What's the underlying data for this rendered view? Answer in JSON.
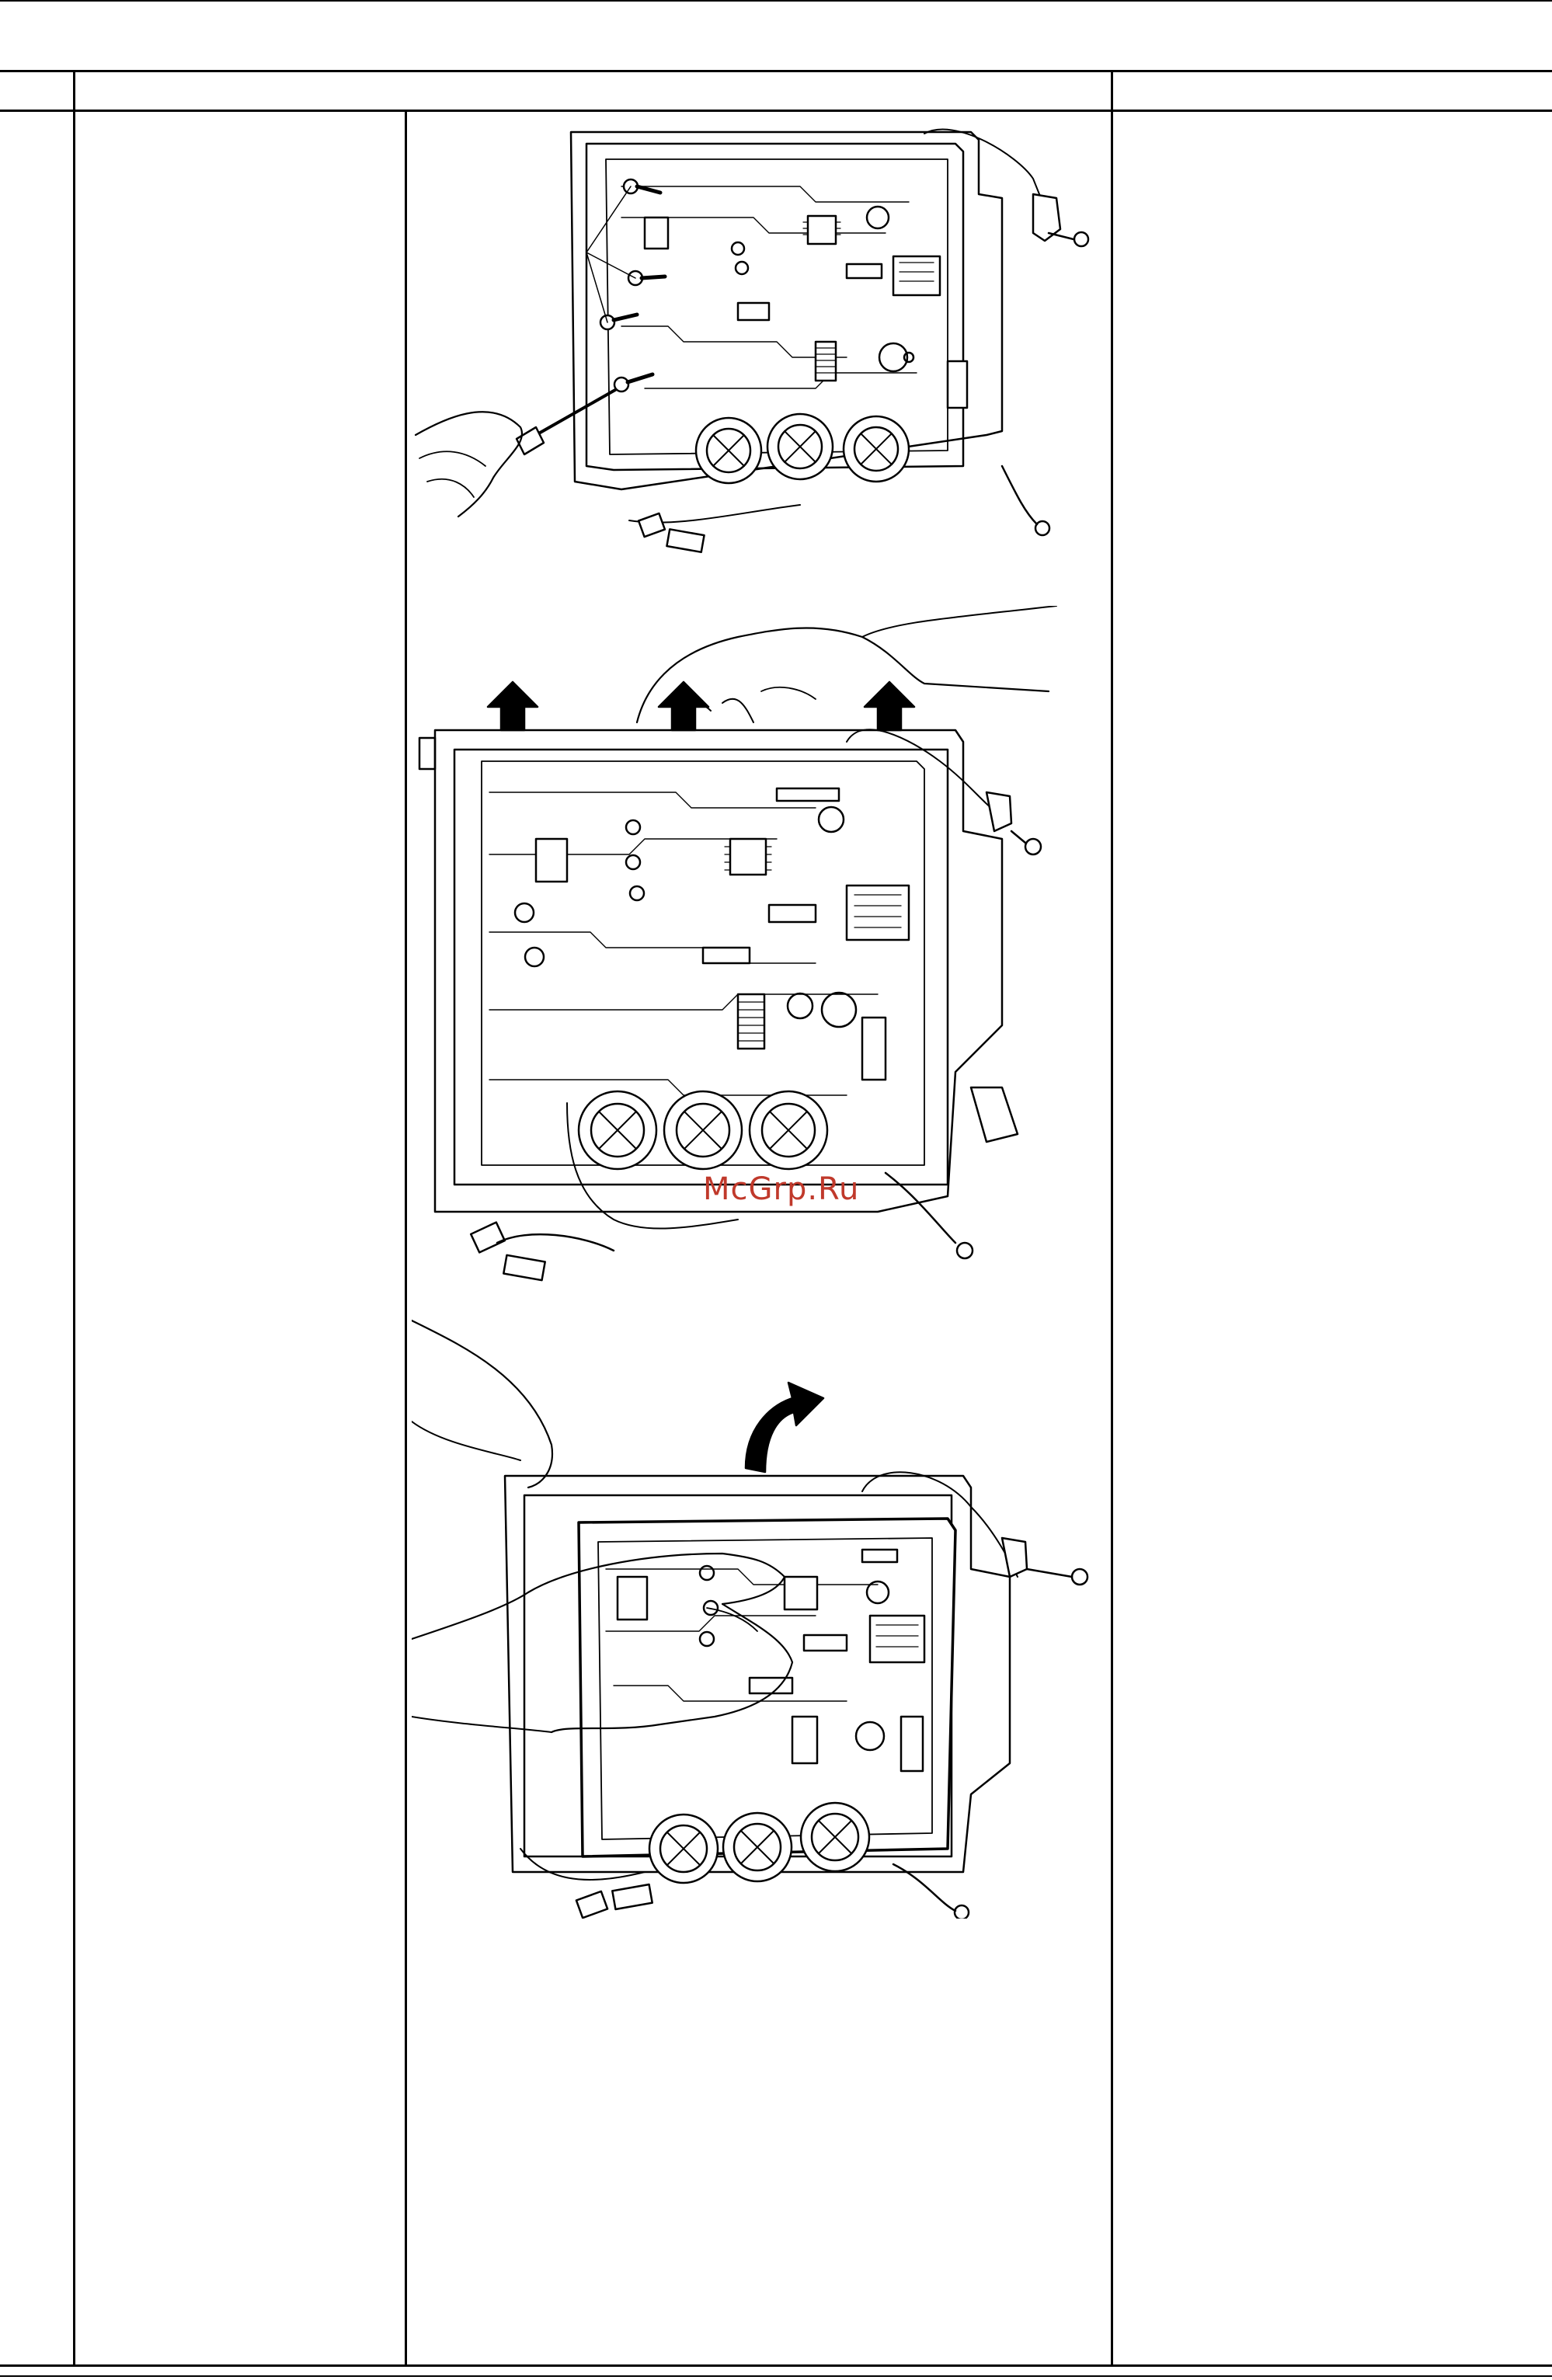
{
  "document": {
    "header": {
      "col_no": "",
      "col_part": "",
      "col_remarks": ""
    },
    "row": {
      "no": "",
      "part_name": "",
      "procedure": "",
      "remarks": ""
    },
    "watermark": "McGrp.Ru",
    "figures": [
      {
        "name": "figure-remove-screws",
        "icons": [
          "screwdriver-icon",
          "screw-icon",
          "hand-icon",
          "pcb-icon"
        ]
      },
      {
        "name": "figure-release-hooks",
        "icons": [
          "up-arrow-icon",
          "hand-icon",
          "pcb-icon"
        ]
      },
      {
        "name": "figure-lift-board",
        "icons": [
          "curved-arrow-icon",
          "hand-icon",
          "pcb-icon"
        ]
      }
    ]
  }
}
